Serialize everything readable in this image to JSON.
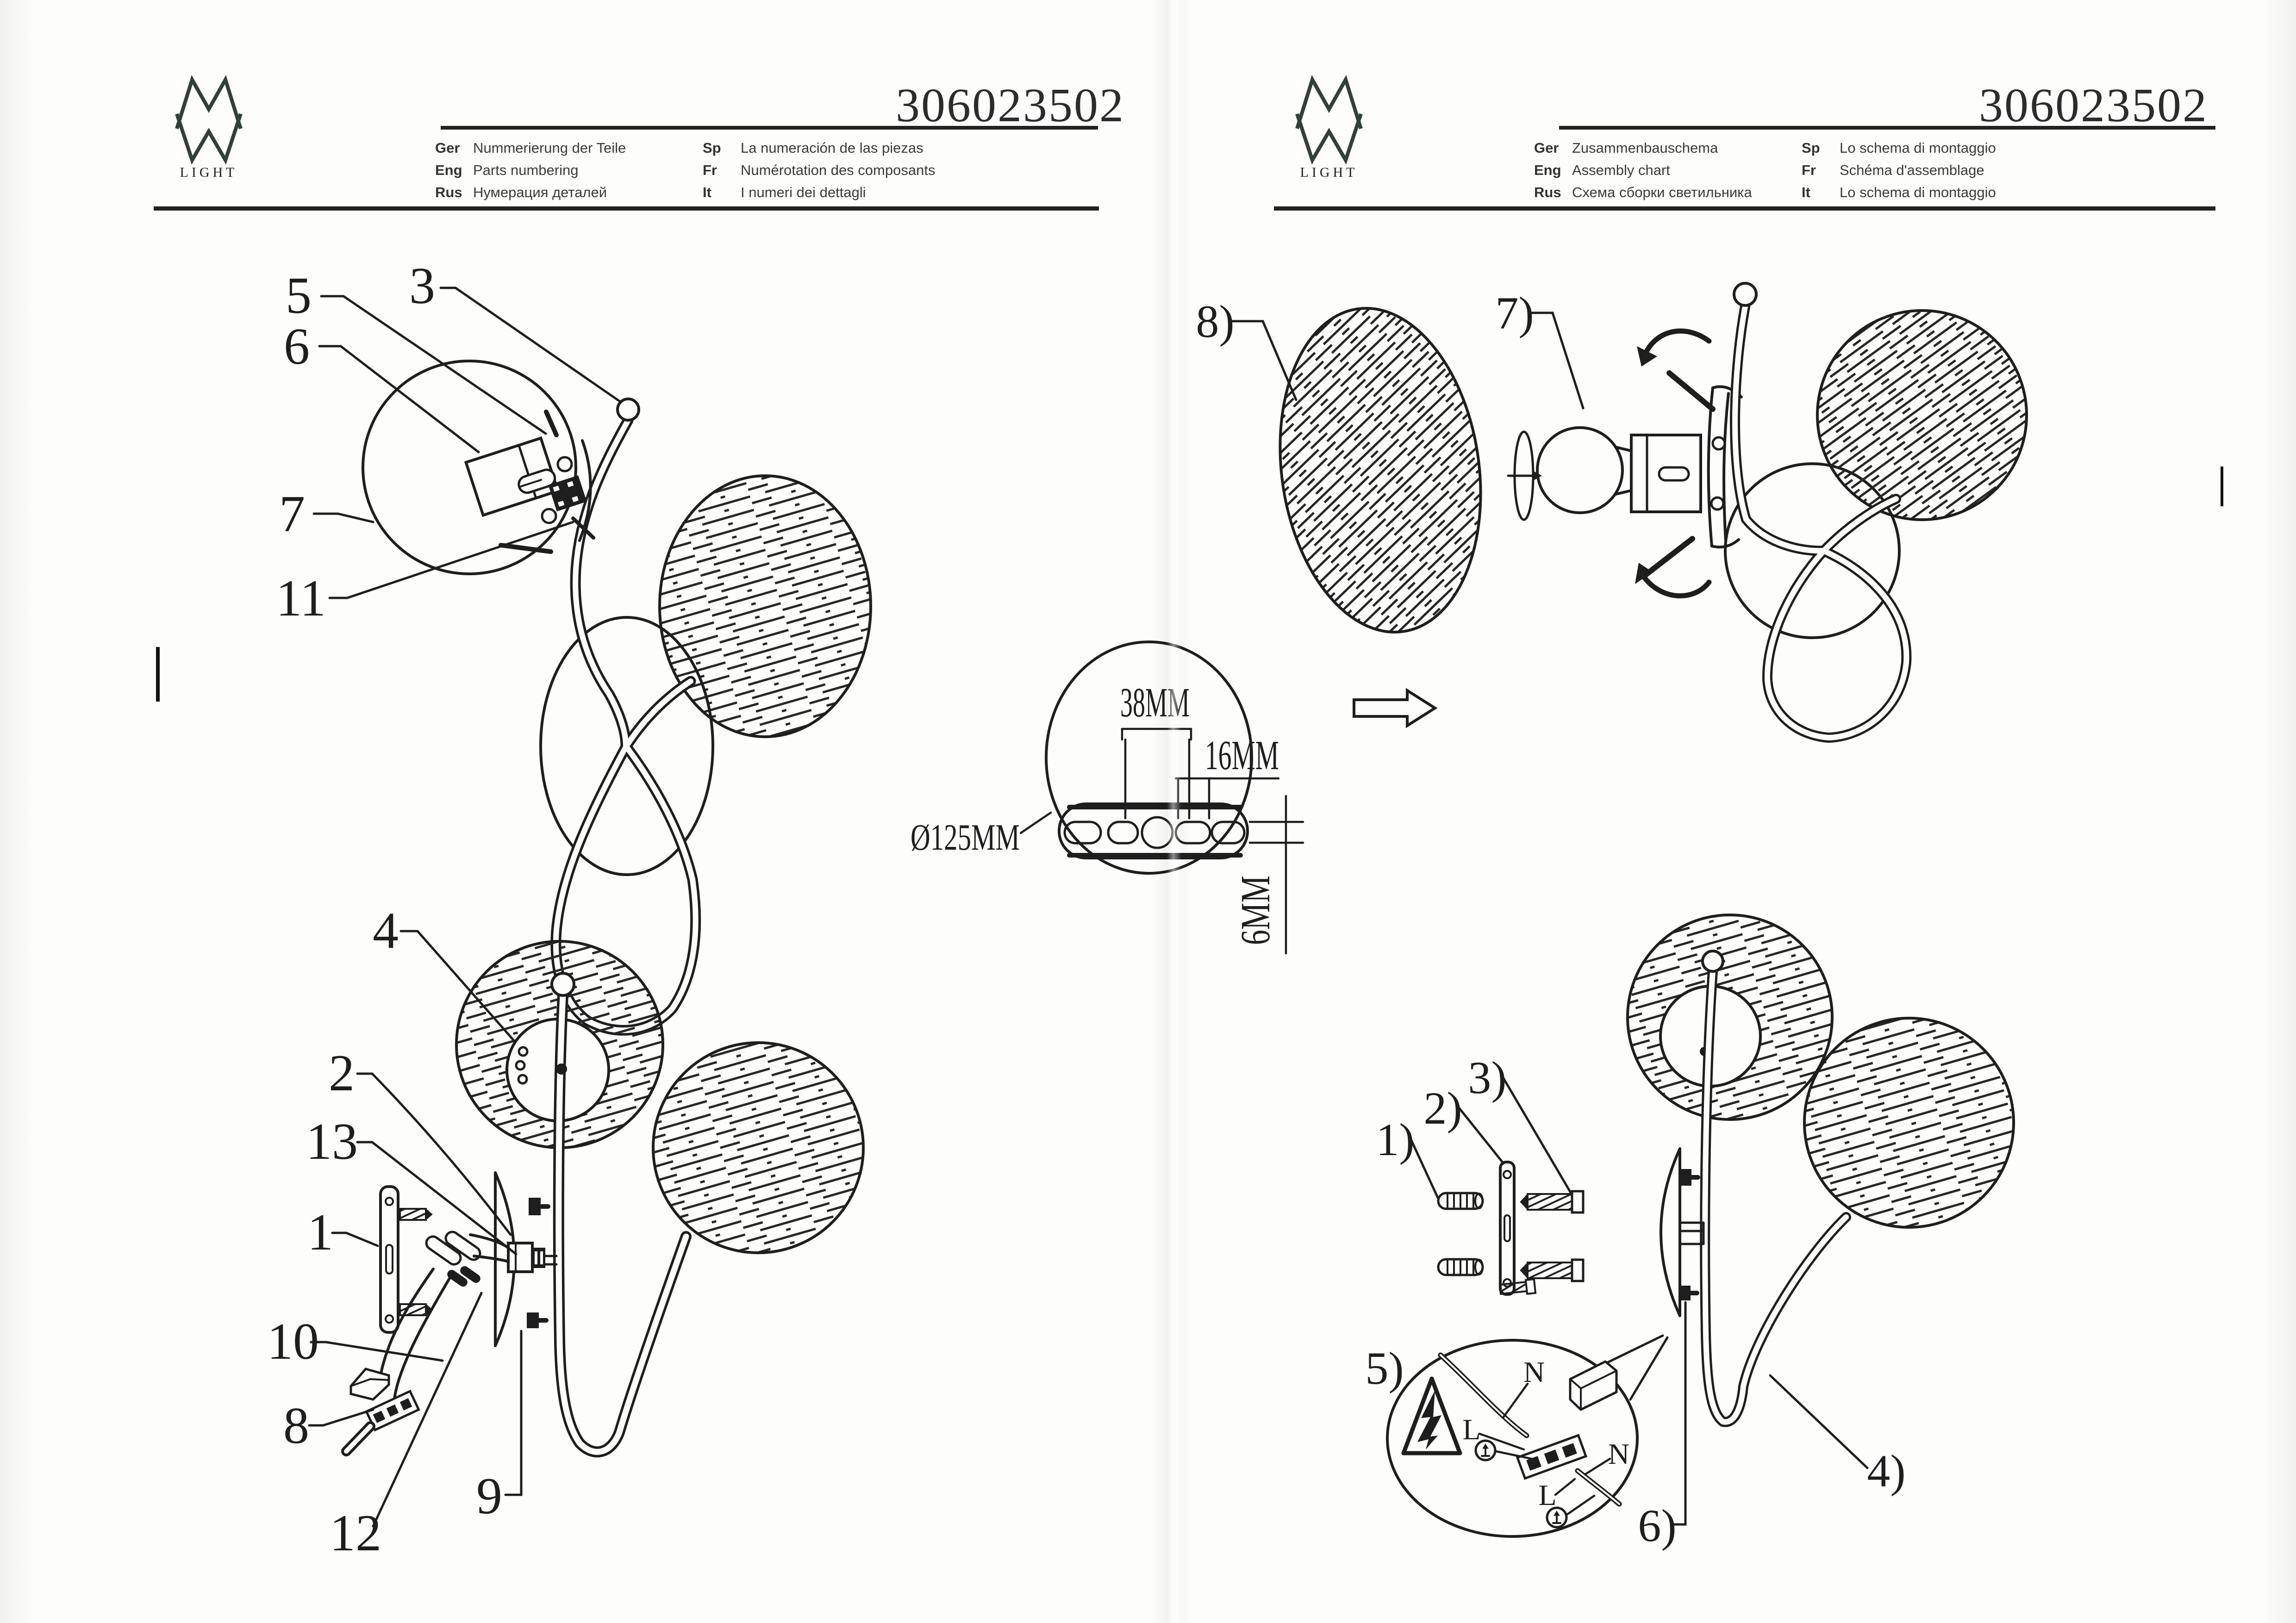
{
  "doc": {
    "number": "306023502",
    "logo_text": "LIGHT",
    "left_page": {
      "languages": [
        {
          "code": "Ger",
          "text": "Nummerierung der Teile"
        },
        {
          "code": "Eng",
          "text": "Parts numbering"
        },
        {
          "code": "Rus",
          "text": "Нумерация деталей"
        },
        {
          "code": "Sp",
          "text": "La numeración de las piezas"
        },
        {
          "code": "Fr",
          "text": "Numérotation des composants"
        },
        {
          "code": "It",
          "text": "I numeri dei dettagli"
        }
      ]
    },
    "right_page": {
      "languages": [
        {
          "code": "Ger",
          "text": "Zusammenbauschema"
        },
        {
          "code": "Eng",
          "text": "Assembly chart"
        },
        {
          "code": "Rus",
          "text": "Схема сборки светильника"
        },
        {
          "code": "Sp",
          "text": "Lo schema di montaggio"
        },
        {
          "code": "Fr",
          "text": "Schéma d'assemblage"
        },
        {
          "code": "It",
          "text": "Lo schema di montaggio"
        }
      ]
    }
  },
  "labels": {
    "left_upper": {
      "n5": "5",
      "n3": "3",
      "n6": "6",
      "n7": "7",
      "n11": "11"
    },
    "left_lower": {
      "n4": "4",
      "n2": "2",
      "n13": "13",
      "n1": "1",
      "n10": "10",
      "n8": "8",
      "n12": "12",
      "n9": "9"
    },
    "right_upper": {
      "s8": "8)",
      "s7": "7)"
    },
    "right_lower": {
      "s1": "1)",
      "s2": "2)",
      "s3": "3)",
      "s5": "5)",
      "s6": "6)",
      "s4": "4)"
    },
    "wiring": {
      "n_top": "N",
      "l_top": "L",
      "n_bot": "N",
      "l_bot": "L"
    }
  },
  "dimensions": {
    "diameter": "Ø125MM",
    "width38": "38MM",
    "offset16": "16MM",
    "height6": "6MM"
  }
}
